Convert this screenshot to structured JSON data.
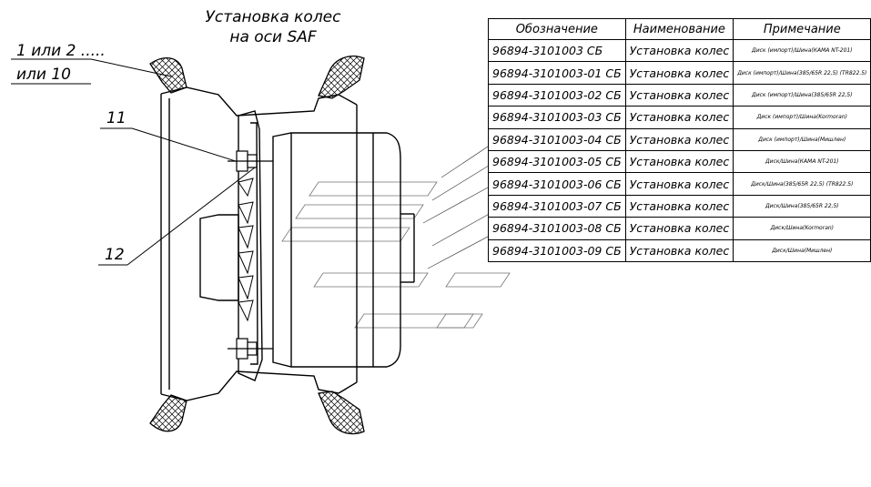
{
  "title_line1": "Установка колес",
  "title_line2": "на оси SAF",
  "callouts": {
    "c1": "1 или 2 .....",
    "c2": "или 10",
    "c11": "11",
    "c12": "12"
  },
  "table": {
    "headers": [
      "Обозначение",
      "Наименование",
      "Примечание"
    ],
    "rows": [
      {
        "code": "96894-3101003 СБ",
        "name": "Установка колес",
        "note": "Диск (импорт)/Шина(КАМА NT-201)"
      },
      {
        "code": "96894-3101003-01 СБ",
        "name": "Установка колес",
        "note": "Диск (импорт)/Шина(385/65R 22,5) (TR822.5)"
      },
      {
        "code": "96894-3101003-02 СБ",
        "name": "Установка колес",
        "note": "Диск (импорт)/Шина(385/65R 22,5)"
      },
      {
        "code": "96894-3101003-03 СБ",
        "name": "Установка колес",
        "note": "Диск (импорт)/Шина(Kormoran)"
      },
      {
        "code": "96894-3101003-04 СБ",
        "name": "Установка колес",
        "note": "Диск (импорт)/Шина(Мишлен)"
      },
      {
        "code": "96894-3101003-05 СБ",
        "name": "Установка колес",
        "note": "Диск/Шина(КАМА NT-201)"
      },
      {
        "code": "96894-3101003-06 СБ",
        "name": "Установка колес",
        "note": "Диск/Шина(385/65R 22,5) (TR822.5)"
      },
      {
        "code": "96894-3101003-07 СБ",
        "name": "Установка колес",
        "note": "Диск/Шина(385/65R 22,5)"
      },
      {
        "code": "96894-3101003-08 СБ",
        "name": "Установка колес",
        "note": "Диск/Шина(Kormoran)"
      },
      {
        "code": "96894-3101003-09 СБ",
        "name": "Установка колес",
        "note": "Диск/Шина(Мишлен)"
      }
    ]
  }
}
